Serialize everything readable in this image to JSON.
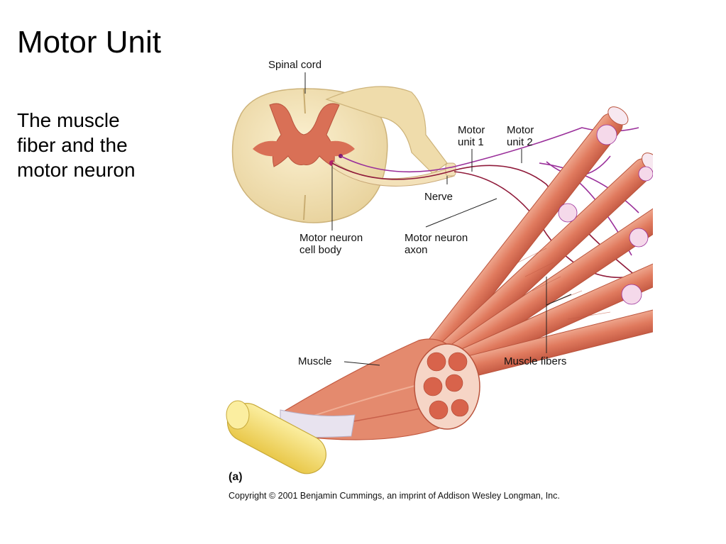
{
  "slide": {
    "title": "Motor Unit",
    "body_lines": [
      "The muscle",
      "fiber and the",
      "motor neuron"
    ]
  },
  "figure": {
    "labels": {
      "spinal_cord": "Spinal cord",
      "motor_unit_1": [
        "Motor",
        "unit 1"
      ],
      "motor_unit_2": [
        "Motor",
        "unit 2"
      ],
      "nerve": "Nerve",
      "cell_body": [
        "Motor neuron",
        "cell body"
      ],
      "axon": [
        "Motor neuron",
        "axon"
      ],
      "muscle": "Muscle",
      "muscle_fibers": "Muscle fibers"
    },
    "panel": "(a)",
    "copyright": "Copyright © 2001 Benjamin Cummings, an imprint of Addison Wesley Longman, Inc."
  },
  "colors": {
    "spinal_cord": "#f1dfb4",
    "grey_matter": "#d9735a",
    "muscle": "#e48a6e",
    "muscle_dark": "#c9604a",
    "tendon": "#f4dc6a",
    "nerve_unit1": "#8f1a3a",
    "nerve_unit2": "#9a2f9a"
  }
}
